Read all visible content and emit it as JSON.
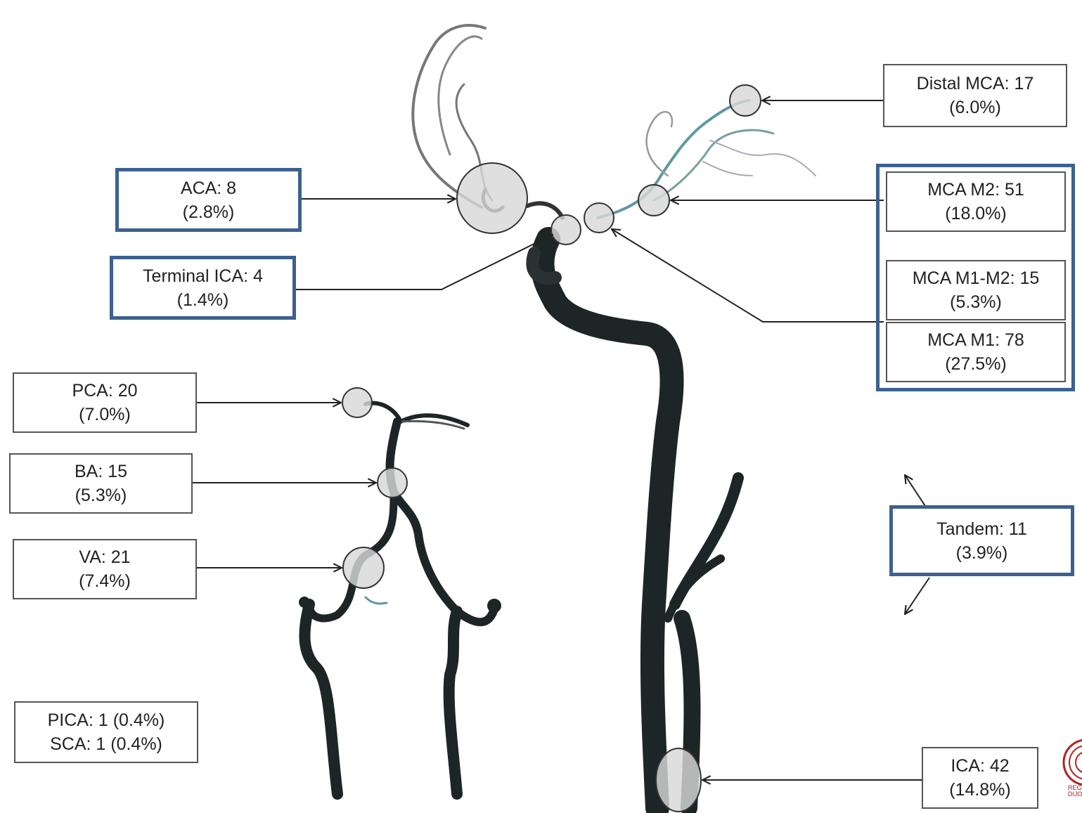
{
  "labels": {
    "distal_mca": {
      "name": "Distal MCA: 17",
      "pct": "(6.0%)"
    },
    "aca": {
      "name": "ACA: 8",
      "pct": "(2.8%)"
    },
    "terminal_ica": {
      "name": "Terminal ICA: 4",
      "pct": "(1.4%)"
    },
    "mca_m2": {
      "name": "MCA M2: 51",
      "pct": "(18.0%)"
    },
    "mca_m1_m2": {
      "name": "MCA M1-M2: 15",
      "pct": "(5.3%)"
    },
    "mca_m1": {
      "name": "MCA M1: 78",
      "pct": "(27.5%)"
    },
    "pca": {
      "name": "PCA: 20",
      "pct": "(7.0%)"
    },
    "ba": {
      "name": "BA: 15",
      "pct": "(5.3%)"
    },
    "va": {
      "name": "VA: 21",
      "pct": "(7.4%)"
    },
    "tandem": {
      "name": "Tandem: 11",
      "pct": "(3.9%)"
    },
    "pica": "PICA: 1 (0.4%)",
    "sca": "SCA: 1 (0.4%)",
    "ica": {
      "name": "ICA: 42",
      "pct": "(14.8%)"
    }
  },
  "colors": {
    "highlight": "#3d6090",
    "vessel": "#1e2526",
    "vessel_tint": "#5f9aa0",
    "marker_fill": "#d8d8d8",
    "logo": "#b02222"
  },
  "logo": {
    "text": "REG DIJO"
  }
}
